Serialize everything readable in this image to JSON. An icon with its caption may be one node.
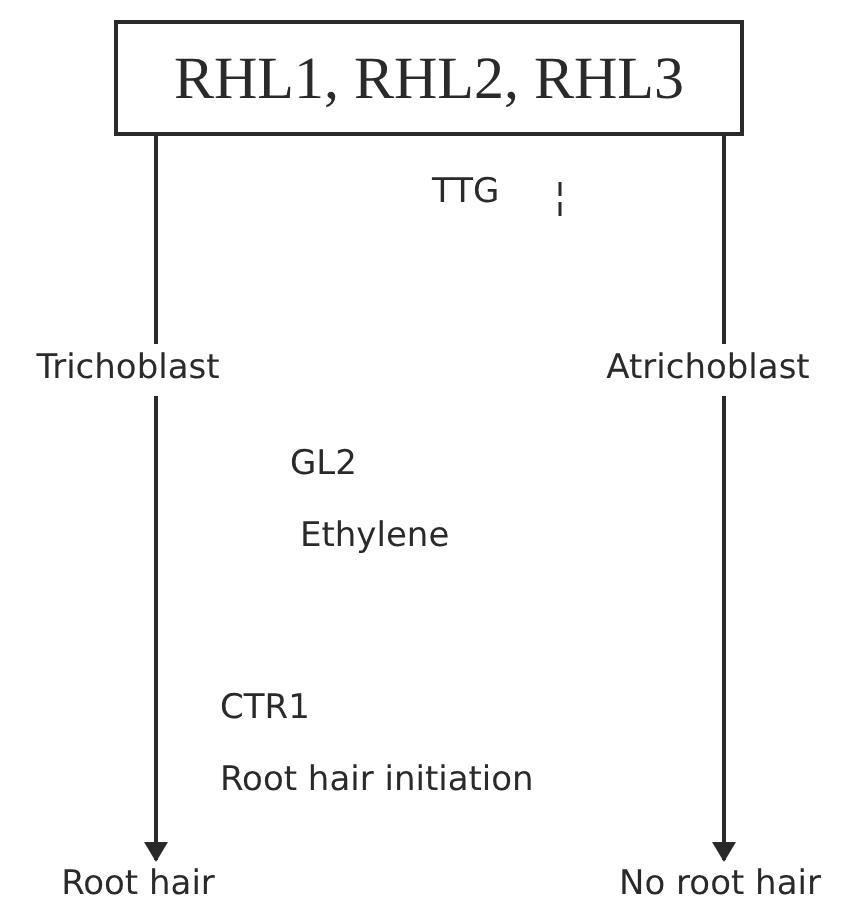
{
  "diagram": {
    "nodes": [
      {
        "text": [
          "RHL1, RHL2, RHL3"
        ]
      },
      {
        "text": [
          "Trichoblast"
        ]
      },
      {
        "text": [
          "Atrichoblast"
        ]
      },
      {
        "text": [
          "Root hair"
        ]
      },
      {
        "text": [
          "No root hair"
        ]
      }
    ],
    "edges": [
      {
        "from": 0,
        "to": 1,
        "arrow": "none"
      },
      {
        "from": 0,
        "to": 2,
        "arrow": "none"
      },
      {
        "from": 1,
        "to": 3,
        "arrow": "to"
      },
      {
        "from": 2,
        "to": 4,
        "arrow": "to"
      }
    ],
    "labels": [
      "TTG",
      "GL2",
      "Ethylene",
      "CTR1",
      "Root hair initiation"
    ]
  }
}
